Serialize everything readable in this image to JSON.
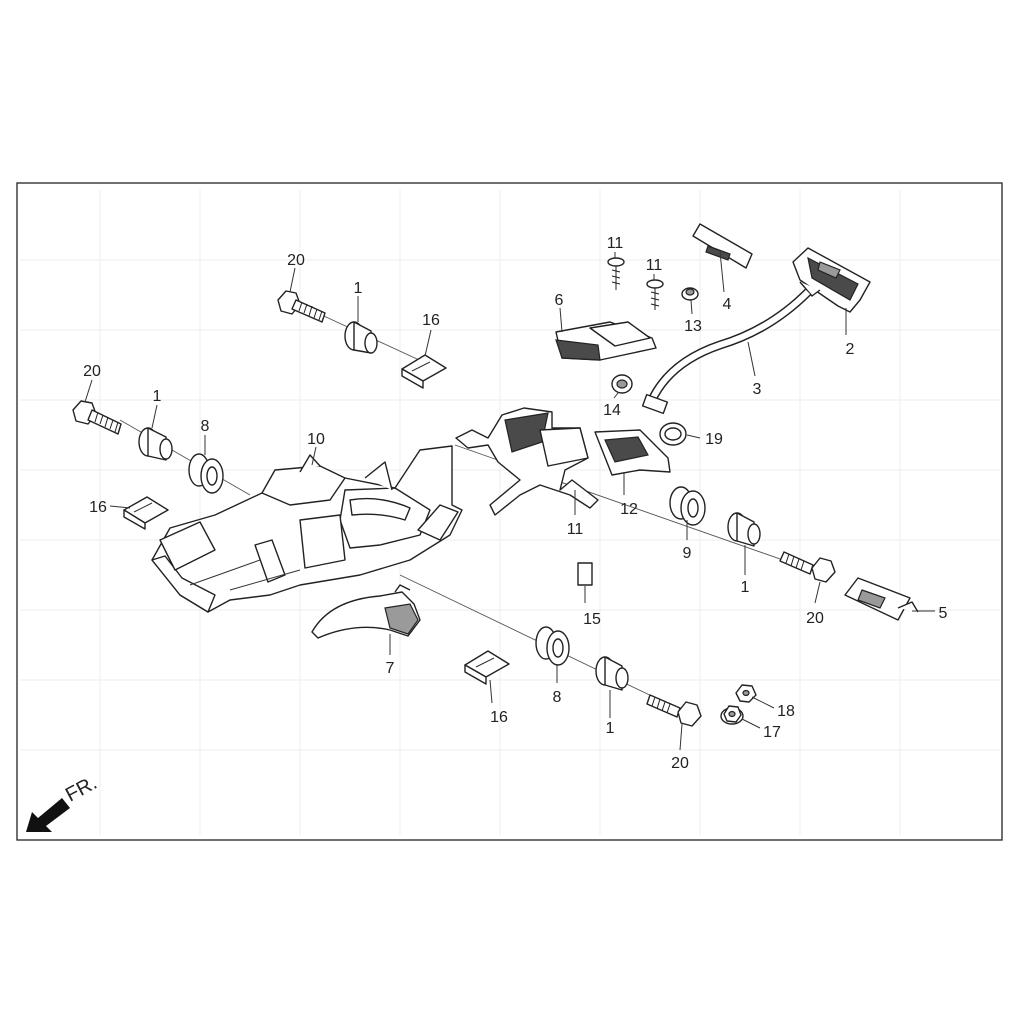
{
  "callouts": [
    "20",
    "1",
    "16",
    "20",
    "1",
    "8",
    "16",
    "10",
    "11",
    "11",
    "6",
    "13",
    "4",
    "2",
    "3",
    "14",
    "11",
    "12",
    "19",
    "9",
    "1",
    "20",
    "5",
    "15",
    "7",
    "8",
    "1",
    "16",
    "20",
    "18",
    "17"
  ],
  "direction_label": "FR."
}
